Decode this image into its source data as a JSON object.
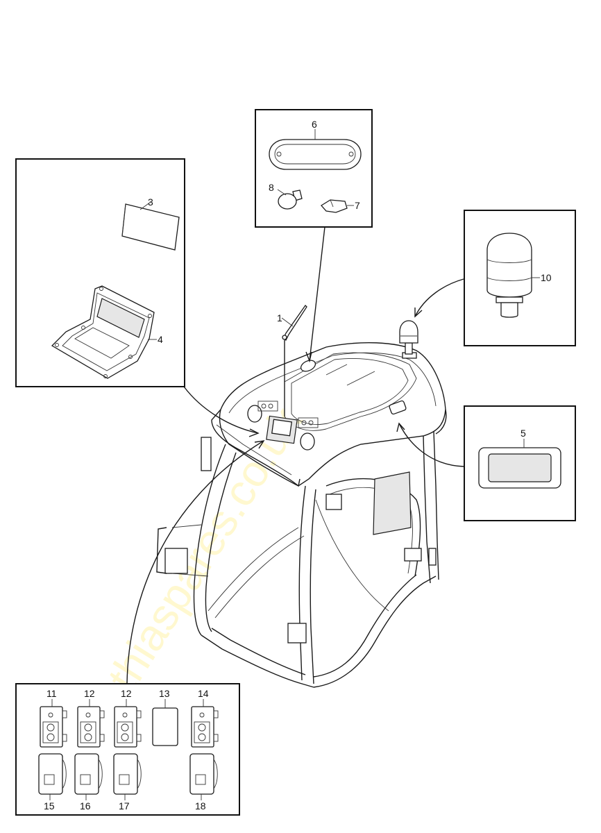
{
  "callouts": {
    "c1": "1",
    "c3": "3",
    "c4": "4",
    "c5": "5",
    "c6": "6",
    "c7": "7",
    "c8": "8",
    "c10": "10",
    "c11": "11",
    "c12a": "12",
    "c12b": "12",
    "c13": "13",
    "c14": "14",
    "c15": "15",
    "c16": "16",
    "c17": "17",
    "c18": "18"
  },
  "watermark": "thiaspares.co.uk"
}
